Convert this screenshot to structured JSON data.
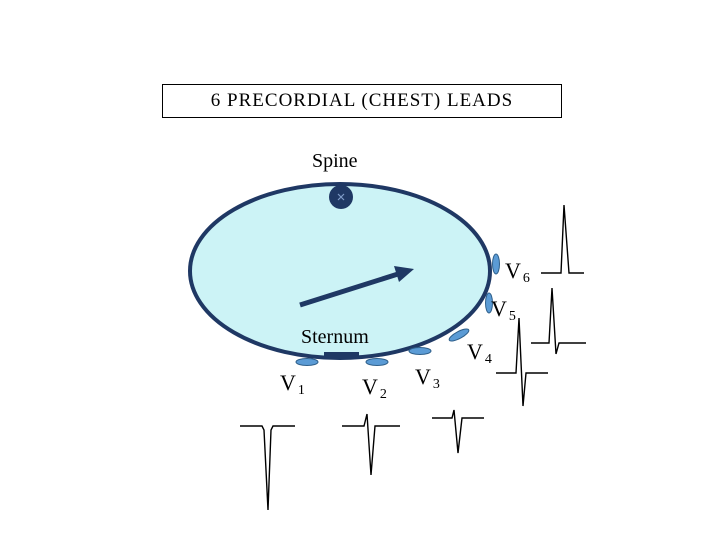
{
  "title": "6 PRECORDIAL (CHEST) LEADS",
  "spine_label": "Spine",
  "sternum_label": "Sternum",
  "colors": {
    "chest_fill": "#ccf3f6",
    "chest_outline": "#1f3864",
    "electrode": "#5b9bd5",
    "electrode_outline": "#2e5f8a",
    "arrow": "#1f3864",
    "waveform": "#000000"
  },
  "leads": [
    {
      "id": "v1",
      "letter": "V",
      "number": "1"
    },
    {
      "id": "v2",
      "letter": "V",
      "number": "2"
    },
    {
      "id": "v3",
      "letter": "V",
      "number": "3"
    },
    {
      "id": "v4",
      "letter": "V",
      "number": "4"
    },
    {
      "id": "v5",
      "letter": "V",
      "number": "5"
    },
    {
      "id": "v6",
      "letter": "V",
      "number": "6"
    }
  ]
}
